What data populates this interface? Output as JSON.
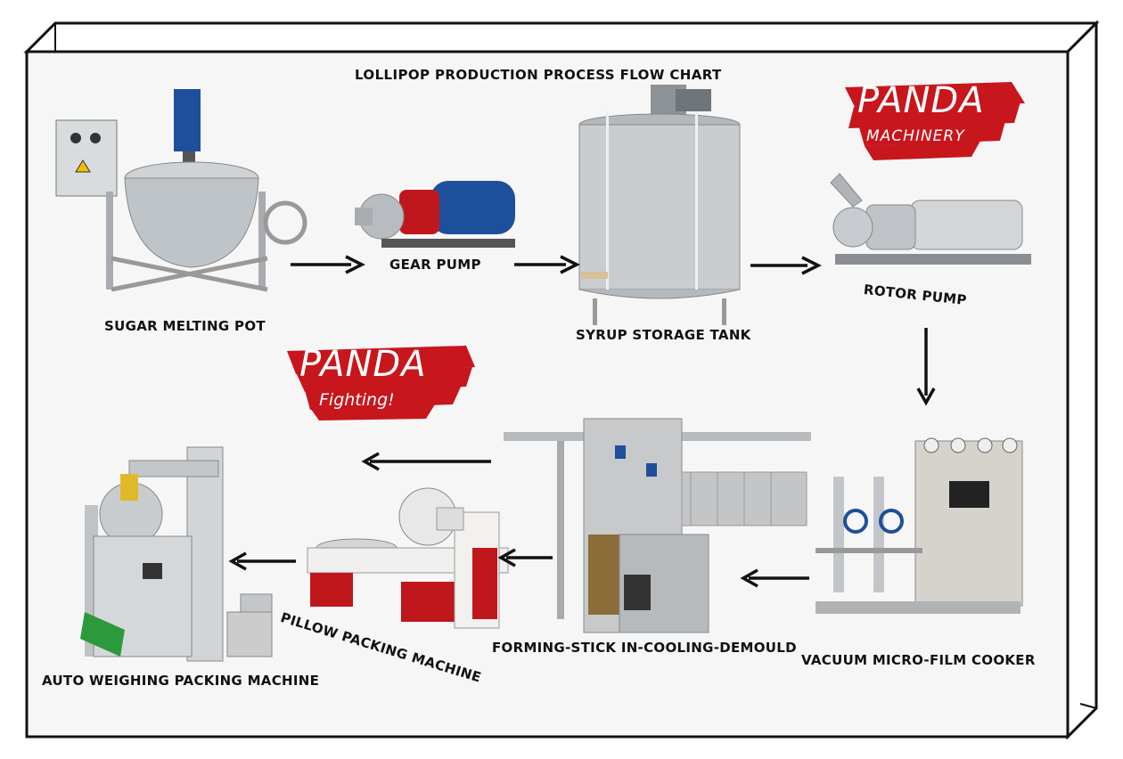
{
  "title": "LOLLIPOP PRODUCTION PROCESS FLOW CHART",
  "steps": {
    "sugar_melting_pot": "SUGAR MELTING POT",
    "gear_pump": "GEAR PUMP",
    "syrup_storage_tank": "SYRUP STORAGE TANK",
    "rotor_pump": "ROTOR PUMP",
    "vacuum_cooker": "VACUUM MICRO-FILM COOKER",
    "forming": "FORMING-STICK IN-COOLING-DEMOULD",
    "pillow_packing": "PILLOW PACKING MACHINE",
    "auto_weighing": "AUTO WEIGHING PACKING MACHINE"
  },
  "logos": {
    "top": {
      "main": "PANDA",
      "sub": "MACHINERY"
    },
    "middle": {
      "main": "PANDA",
      "sub": "Fighting!"
    }
  },
  "colors": {
    "brush_red": "#c8161d",
    "steel": "#c9cdd0",
    "motor_blue": "#1e4f9c",
    "machine_red": "#c0171c"
  }
}
